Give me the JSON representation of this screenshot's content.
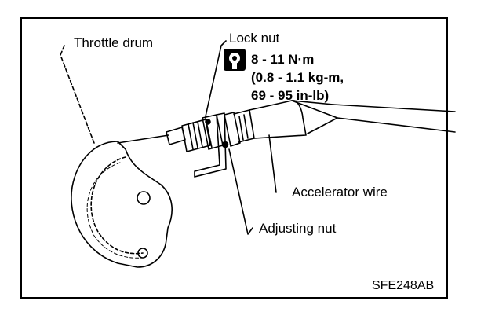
{
  "labels": {
    "throttle_drum": "Throttle drum",
    "lock_nut": "Lock nut",
    "accelerator_wire": "Accelerator wire",
    "adjusting_nut": "Adjusting nut"
  },
  "torque_spec": {
    "icon": "torque-wrench-icon",
    "line1": "8 - 11 N·m",
    "line2": "(0.8 - 1.1 kg-m,",
    "line3": "69 - 95 in-lb)"
  },
  "figure_code": "SFE248AB"
}
